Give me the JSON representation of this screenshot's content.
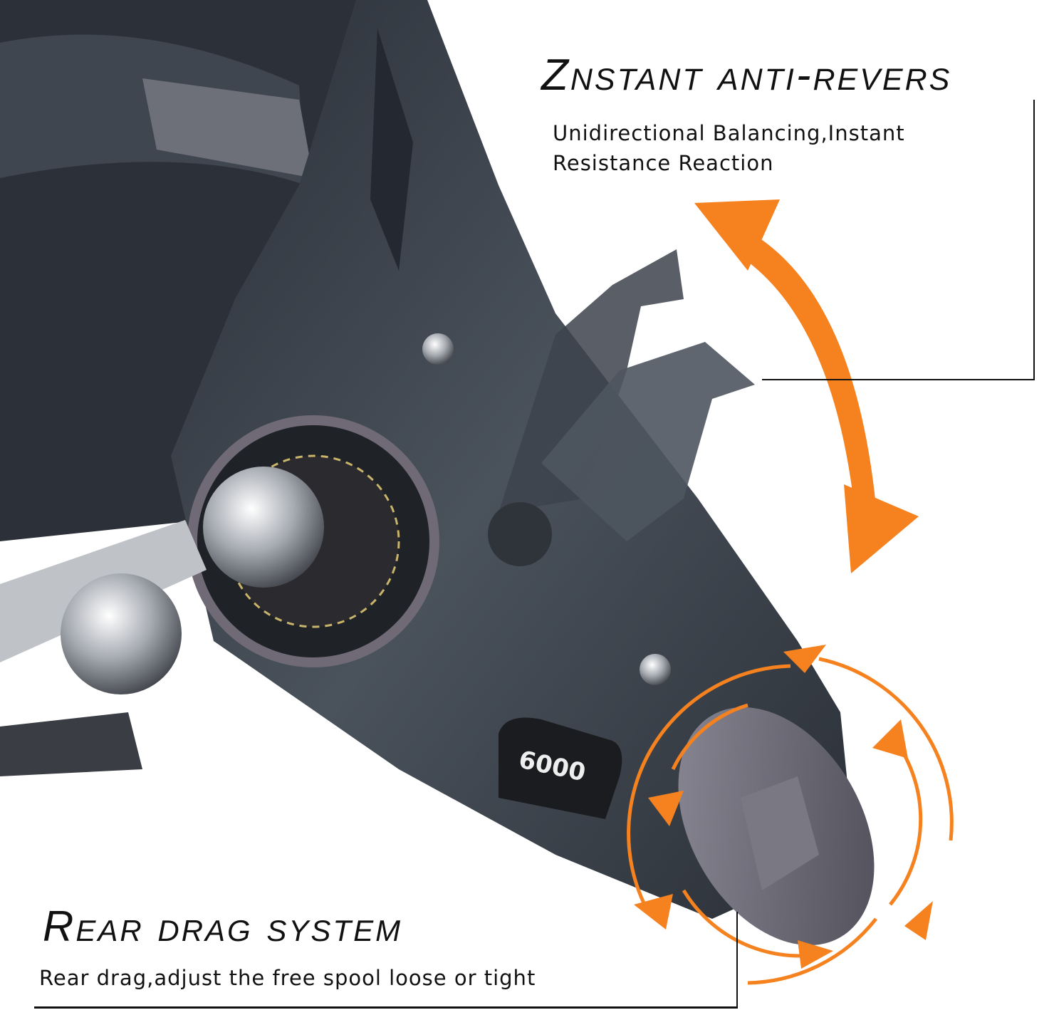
{
  "features": [
    {
      "title": "Znstant anti-revers",
      "description": "Unidirectional Balancing,Instant Resistance Reaction"
    },
    {
      "title": "Rear drag system",
      "description": "Rear drag,adjust the free spool loose or tight"
    }
  ],
  "product": {
    "model_badge": "6000"
  },
  "colors": {
    "accent": "#f5821f",
    "body": "#3a4049",
    "text": "#111111"
  },
  "icons": [
    "rotate-arrow-icon",
    "circular-arrows-icon"
  ]
}
